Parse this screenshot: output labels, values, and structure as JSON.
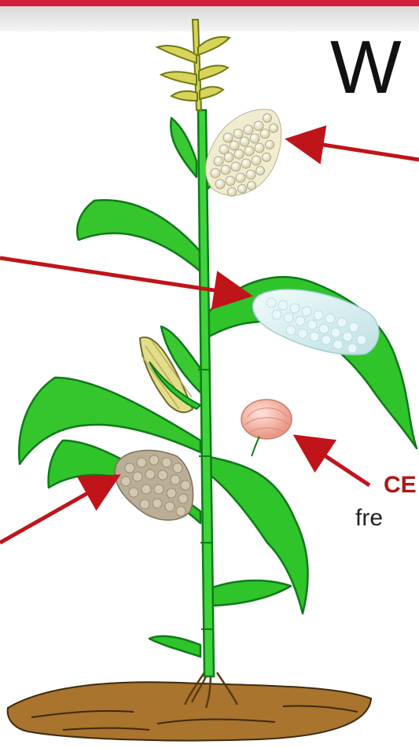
{
  "slide": {
    "title_fragment": "W",
    "label_bold_fragment": "CE",
    "label_plain_fragment": "fre"
  },
  "colors": {
    "accent_bar": "#d21f3c",
    "arrow": "#c0141b",
    "leaf": "#2fc42a",
    "leaf_dark": "#0f7a1a",
    "soil": "#8a5a1e"
  },
  "icons": [
    "corn-plant-illustration",
    "egg-cluster",
    "pupa",
    "arrow"
  ]
}
